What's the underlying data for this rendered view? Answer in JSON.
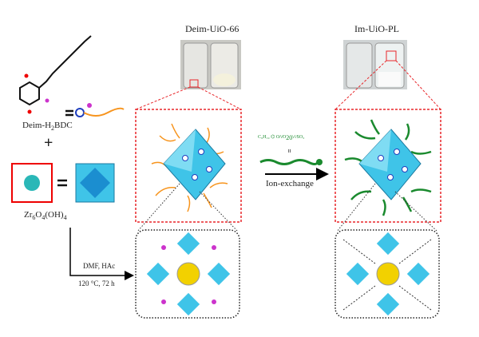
{
  "titles": {
    "left_product": "Deim-UiO-66",
    "right_product": "Im-UiO-PL"
  },
  "reagents": {
    "ligand_prefix": "Deim-H",
    "ligand_sub": "2",
    "ligand_suffix": "BDC",
    "plus": "+",
    "cluster_a": "Zr",
    "cluster_a_sub": "6",
    "cluster_b": "O",
    "cluster_b_sub": "4",
    "cluster_c": "(OH)",
    "cluster_c_sub": "4"
  },
  "conditions": {
    "line1": "DMF, HAc",
    "line2": "120 °C, 72 h"
  },
  "ion_exchange": {
    "label": "Ion-exchange",
    "formula_left": "C₉H₁₉",
    "formula_sub": "20",
    "formula_right": "SO₃",
    "equals": "="
  },
  "colors": {
    "red_dash": "#e8262a",
    "orange_chain": "#f7941d",
    "green_chain": "#1a8a2e",
    "mof_cyan": "#3fc4e8",
    "cation": "#1f3fbf",
    "anion": "#cc33cc"
  }
}
